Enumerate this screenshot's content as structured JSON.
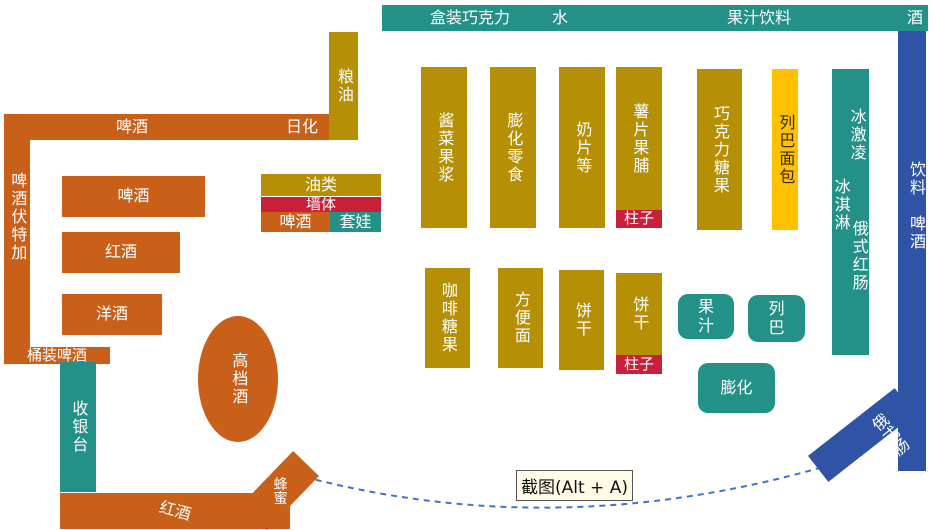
{
  "top_bar": {
    "choc": "盒装巧克力",
    "water": "水",
    "juice": "果汁饮料",
    "alcohol": "酒"
  },
  "right_bar": {
    "drinks": "饮料",
    "beer": "啤酒"
  },
  "left_frame": {
    "beer": "啤酒",
    "daily": "日化",
    "side": "啤酒伏特加",
    "bucket": "桶装啤酒"
  },
  "grain_oil": "粮油",
  "left_shelves": {
    "beer": "啤酒",
    "red_wine": "红酒",
    "spirits": "洋酒"
  },
  "premium": "高档酒",
  "cashier": "收银台",
  "red_bottom": "红酒",
  "honey": "蜂蜜",
  "small_group": {
    "oil": "油类",
    "wall": "墙体",
    "beer": "啤酒",
    "set": "套娃"
  },
  "shelves_row1": [
    "酱菜果浆",
    "膨化零食",
    "奶片等",
    "薯片果脯",
    "巧克力糖果"
  ],
  "pillar": "柱子",
  "bread": "列巴面包",
  "ice_cream": {
    "a": "冰激凌",
    "b": "冰淇淋",
    "c": "俄式红肠"
  },
  "shelves_row2": [
    "咖啡糖果",
    "方便面",
    "饼干",
    "饼干"
  ],
  "islands": {
    "juice": "果汁",
    "bread": "列巴",
    "puffed": "膨化"
  },
  "russian_sausage": "俄式肠",
  "tooltip": "截图(Alt + A)",
  "colors": {
    "orange": "#c8601a",
    "olive": "#b58f06",
    "teal": "#239187",
    "navy": "#2f54a5",
    "red": "#c8203a",
    "yellow": "#ffc000"
  }
}
